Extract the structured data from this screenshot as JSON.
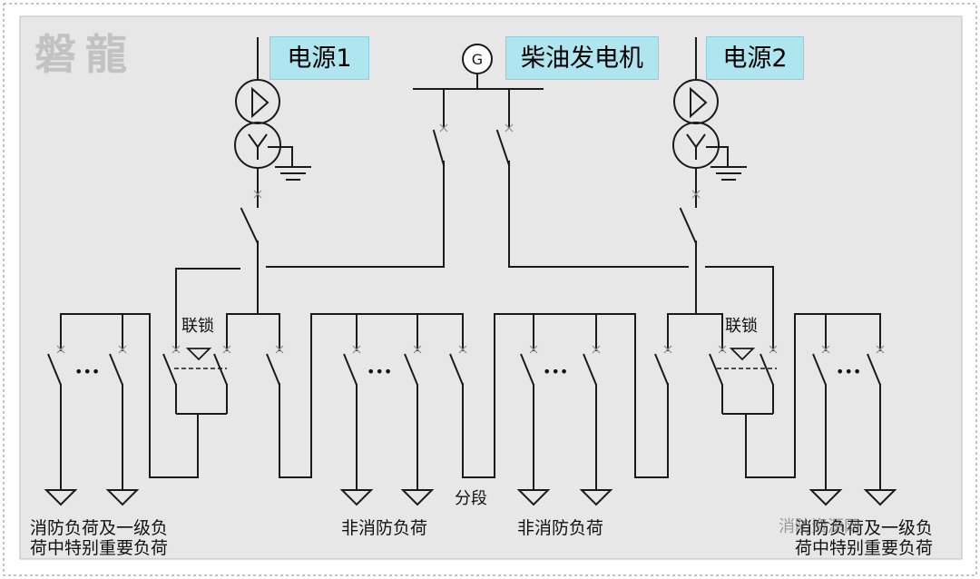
{
  "watermark": "磐龍",
  "sources": {
    "source1": "电源1",
    "generator": "柴油发电机",
    "generator_symbol": "G",
    "source2": "电源2"
  },
  "interlock_left": "联锁",
  "interlock_right": "联锁",
  "bus_section": "分段",
  "loads": {
    "left_line1": "消防负荷及一级负",
    "left_line2": "荷中特别重要负荷",
    "nonfire_1": "非消防负荷",
    "nonfire_2": "非消防负荷",
    "right_line1": "消防负荷及一级负",
    "right_line2": "荷中特别重要负荷"
  },
  "ellipsis": "•••",
  "wechat_watermark": "消防资源网",
  "colors": {
    "panel": "#e7e7e7",
    "line": "#1a1a1a",
    "label_bg": "#aee5ef"
  }
}
